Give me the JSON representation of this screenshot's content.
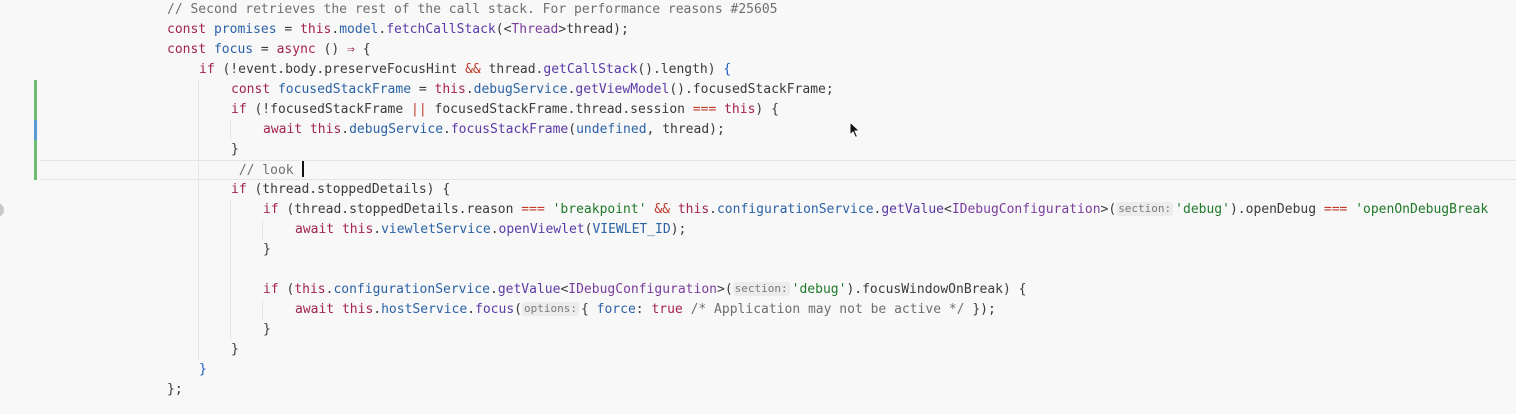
{
  "editor": {
    "lines": [
      {
        "segments": [
          [
            "cm",
            "// Second retrieves the rest of the call stack. For performance reasons #25605"
          ]
        ]
      },
      {
        "segments": [
          [
            "kw",
            "const "
          ],
          [
            "var",
            "promises"
          ],
          [
            "pl",
            " = "
          ],
          [
            "kw",
            "this"
          ],
          [
            "pl",
            "."
          ],
          [
            "var",
            "model"
          ],
          [
            "pl",
            "."
          ],
          [
            "fn",
            "fetchCallStack"
          ],
          [
            "pl",
            "(<"
          ],
          [
            "ty",
            "Thread"
          ],
          [
            "pl",
            ">thread);"
          ]
        ]
      },
      {
        "segments": [
          [
            "kw",
            "const "
          ],
          [
            "var",
            "focus"
          ],
          [
            "pl",
            " = "
          ],
          [
            "kw",
            "async"
          ],
          [
            "pl",
            " () "
          ],
          [
            "kw",
            "⇒"
          ],
          [
            "pl",
            " {"
          ]
        ]
      },
      {
        "segments": [
          [
            "kw",
            "if"
          ],
          [
            "pl",
            " (!event.body.preserveFocusHint "
          ],
          [
            "op",
            "&&"
          ],
          [
            "pl",
            " thread."
          ],
          [
            "fn",
            "getCallStack"
          ],
          [
            "pl",
            "().length) "
          ],
          [
            "br",
            "{"
          ]
        ]
      },
      {
        "segments": [
          [
            "kw",
            "const "
          ],
          [
            "var",
            "focusedStackFrame"
          ],
          [
            "pl",
            " = "
          ],
          [
            "kw",
            "this"
          ],
          [
            "pl",
            "."
          ],
          [
            "var",
            "debugService"
          ],
          [
            "pl",
            "."
          ],
          [
            "fn",
            "getViewModel"
          ],
          [
            "pl",
            "().focusedStackFrame;"
          ]
        ]
      },
      {
        "segments": [
          [
            "kw",
            "if"
          ],
          [
            "pl",
            " (!focusedStackFrame "
          ],
          [
            "op",
            "||"
          ],
          [
            "pl",
            " focusedStackFrame.thread.session "
          ],
          [
            "op",
            "==="
          ],
          [
            "pl",
            " "
          ],
          [
            "kw",
            "this"
          ],
          [
            "pl",
            ") {"
          ]
        ]
      },
      {
        "segments": [
          [
            "kw",
            "await "
          ],
          [
            "kw",
            "this"
          ],
          [
            "pl",
            "."
          ],
          [
            "var",
            "debugService"
          ],
          [
            "pl",
            "."
          ],
          [
            "fn",
            "focusStackFrame"
          ],
          [
            "pl",
            "("
          ],
          [
            "var",
            "undefined"
          ],
          [
            "pl",
            ", thread);"
          ]
        ]
      },
      {
        "segments": [
          [
            "pl",
            "}"
          ]
        ]
      },
      {
        "segments": [
          [
            "cm",
            " // look "
          ]
        ],
        "caret": true
      },
      {
        "segments": [
          [
            "kw",
            "if"
          ],
          [
            "pl",
            " (thread.stoppedDetails) {"
          ]
        ]
      },
      {
        "segments": [
          [
            "kw",
            "if"
          ],
          [
            "pl",
            " (thread.stoppedDetails.reason "
          ],
          [
            "op",
            "==="
          ],
          [
            "pl",
            " "
          ],
          [
            "str",
            "'breakpoint'"
          ],
          [
            "pl",
            " "
          ],
          [
            "op",
            "&&"
          ],
          [
            "pl",
            " "
          ],
          [
            "kw",
            "this"
          ],
          [
            "pl",
            "."
          ],
          [
            "var",
            "configurationService"
          ],
          [
            "pl",
            "."
          ],
          [
            "fn",
            "getValue"
          ],
          [
            "pl",
            "<"
          ],
          [
            "ty",
            "IDebugConfiguration"
          ],
          [
            "pl",
            ">("
          ],
          [
            "hint",
            "section:"
          ],
          [
            "str",
            "'debug'"
          ],
          [
            "pl",
            ").openDebug "
          ],
          [
            "op",
            "==="
          ],
          [
            "pl",
            " "
          ],
          [
            "str",
            "'openOnDebugBreak"
          ]
        ]
      },
      {
        "segments": [
          [
            "kw",
            "await "
          ],
          [
            "kw",
            "this"
          ],
          [
            "pl",
            "."
          ],
          [
            "var",
            "viewletService"
          ],
          [
            "pl",
            "."
          ],
          [
            "fn",
            "openViewlet"
          ],
          [
            "pl",
            "("
          ],
          [
            "var",
            "VIEWLET_ID"
          ],
          [
            "pl",
            ");"
          ]
        ]
      },
      {
        "segments": [
          [
            "pl",
            "}"
          ]
        ]
      },
      {
        "segments": []
      },
      {
        "segments": [
          [
            "kw",
            "if"
          ],
          [
            "pl",
            " ("
          ],
          [
            "kw",
            "this"
          ],
          [
            "pl",
            "."
          ],
          [
            "var",
            "configurationService"
          ],
          [
            "pl",
            "."
          ],
          [
            "fn",
            "getValue"
          ],
          [
            "pl",
            "<"
          ],
          [
            "ty",
            "IDebugConfiguration"
          ],
          [
            "pl",
            ">("
          ],
          [
            "hint",
            "section:"
          ],
          [
            "str",
            "'debug'"
          ],
          [
            "pl",
            ").focusWindowOnBreak) {"
          ]
        ]
      },
      {
        "segments": [
          [
            "kw",
            "await "
          ],
          [
            "kw",
            "this"
          ],
          [
            "pl",
            "."
          ],
          [
            "var",
            "hostService"
          ],
          [
            "pl",
            "."
          ],
          [
            "fn",
            "focus"
          ],
          [
            "pl",
            "("
          ],
          [
            "hint",
            "options:"
          ],
          [
            "pl",
            "{ "
          ],
          [
            "var",
            "force"
          ],
          [
            "pl",
            ": "
          ],
          [
            "kw",
            "true"
          ],
          [
            "pl",
            " "
          ],
          [
            "cm",
            "/* Application may not be active */"
          ],
          [
            "pl",
            " });"
          ]
        ]
      },
      {
        "segments": [
          [
            "pl",
            "}"
          ]
        ]
      },
      {
        "segments": [
          [
            "pl",
            "}"
          ]
        ]
      },
      {
        "segments": [
          [
            "br",
            "}"
          ]
        ]
      },
      {
        "segments": [
          [
            "pl",
            "};"
          ]
        ]
      }
    ]
  }
}
